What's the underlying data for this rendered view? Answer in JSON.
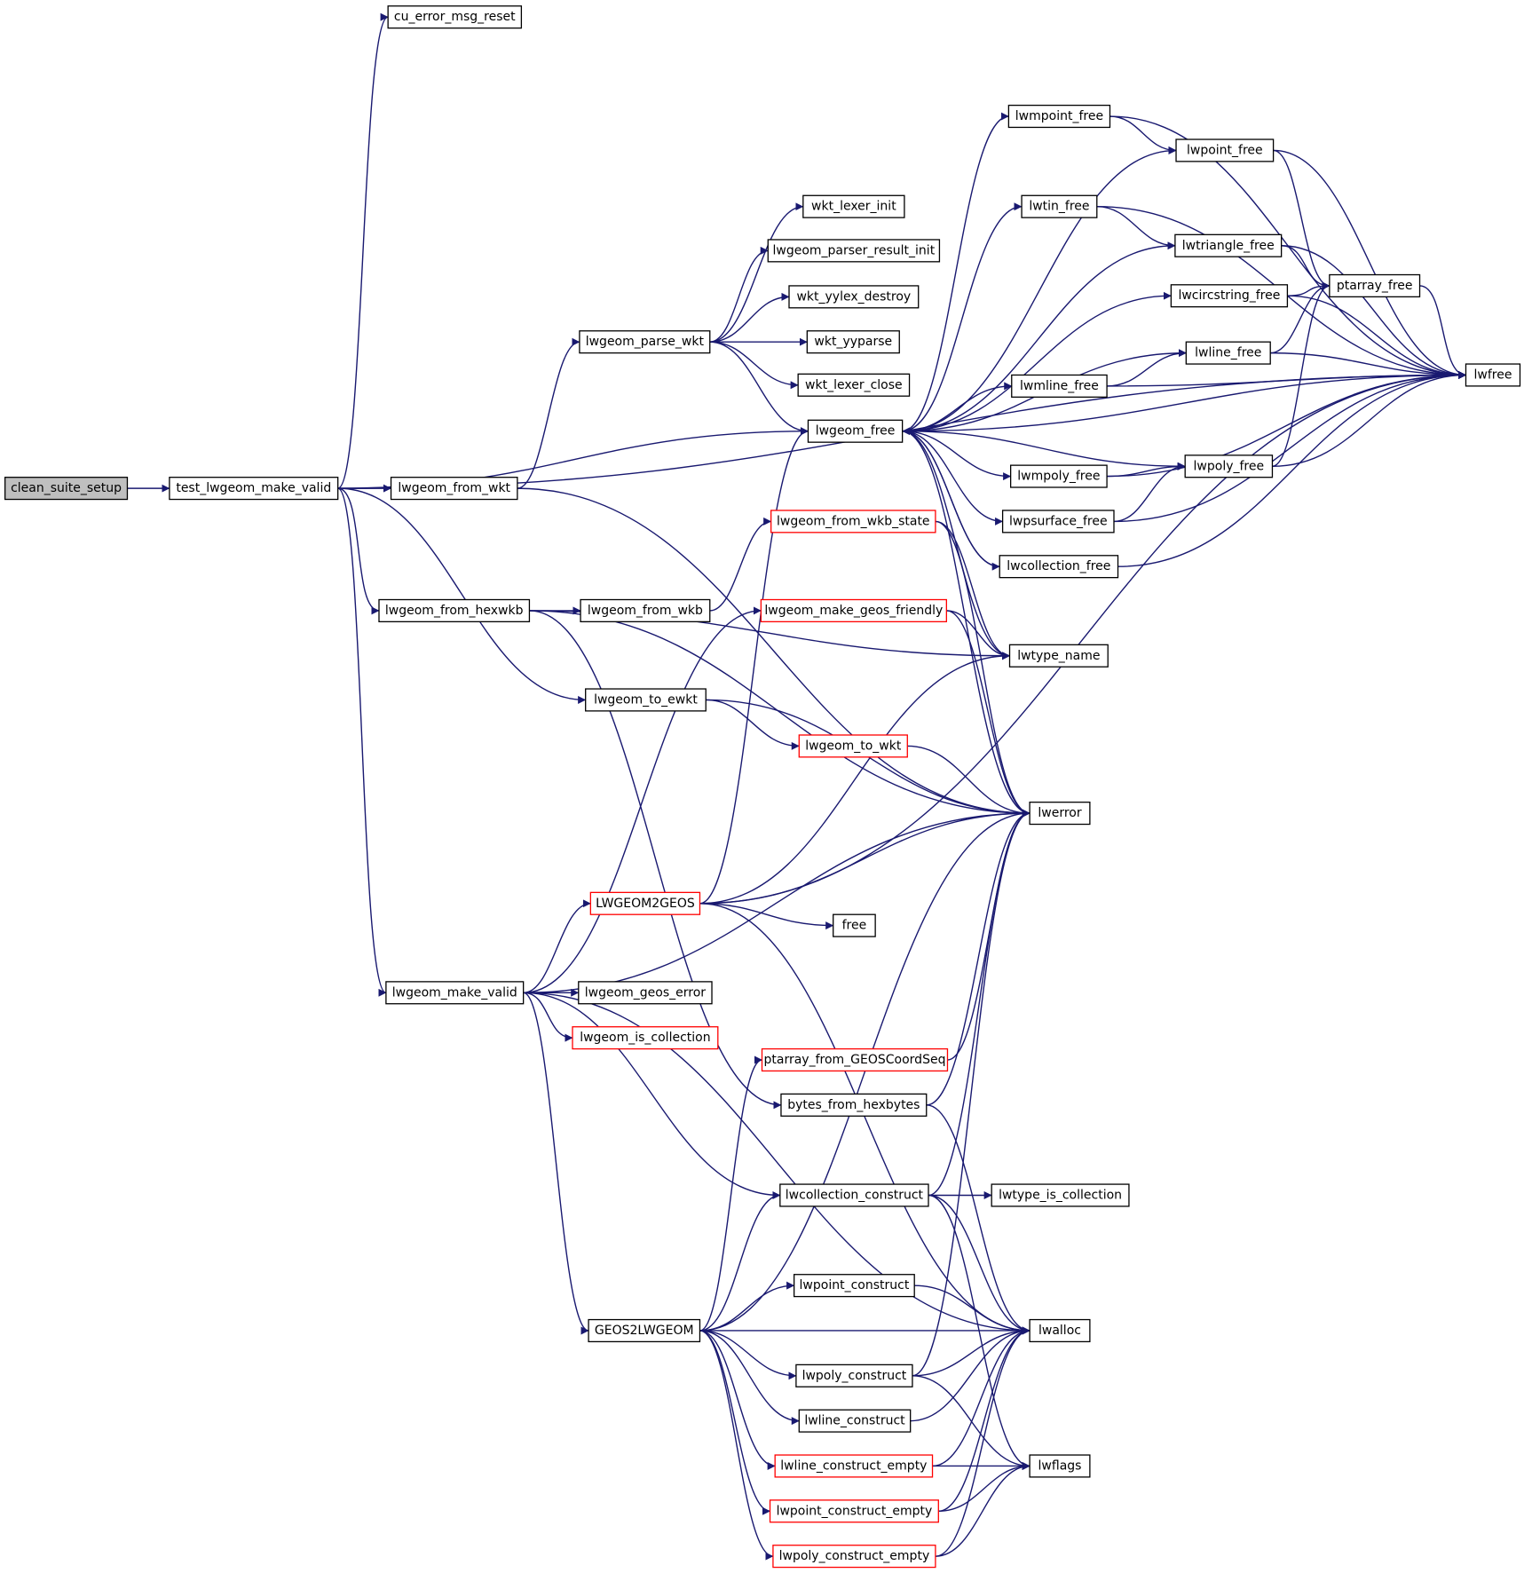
{
  "colors": {
    "edge": "#191970",
    "root_fill": "#bfbfbf",
    "node_border": "#000000",
    "truncated_border": "#ff0000",
    "background": "#ffffff"
  },
  "nodes": [
    {
      "id": "clean_suite_setup",
      "label": "clean_suite_setup",
      "style": "root"
    },
    {
      "id": "test_lwgeom_make_valid",
      "label": "test_lwgeom_make_valid",
      "style": "plain"
    },
    {
      "id": "cu_error_msg_reset",
      "label": "cu_error_msg_reset",
      "style": "plain"
    },
    {
      "id": "lwfree",
      "label": "lwfree",
      "style": "plain"
    },
    {
      "id": "lwgeom_free",
      "label": "lwgeom_free",
      "style": "plain"
    },
    {
      "id": "lwgeom_from_wkt",
      "label": "lwgeom_from_wkt",
      "style": "plain"
    },
    {
      "id": "lwgeom_from_hexwkb",
      "label": "lwgeom_from_hexwkb",
      "style": "plain"
    },
    {
      "id": "lwgeom_to_ewkt",
      "label": "lwgeom_to_ewkt",
      "style": "plain"
    },
    {
      "id": "lwgeom_make_valid",
      "label": "lwgeom_make_valid",
      "style": "plain"
    },
    {
      "id": "lwgeom_parse_wkt",
      "label": "lwgeom_parse_wkt",
      "style": "plain"
    },
    {
      "id": "wkt_lexer_init",
      "label": "wkt_lexer_init",
      "style": "plain"
    },
    {
      "id": "lwgeom_parser_result_init",
      "label": "lwgeom_parser_result_init",
      "style": "plain"
    },
    {
      "id": "wkt_yylex_destroy",
      "label": "wkt_yylex_destroy",
      "style": "plain"
    },
    {
      "id": "wkt_yyparse",
      "label": "wkt_yyparse",
      "style": "plain"
    },
    {
      "id": "wkt_lexer_close",
      "label": "wkt_lexer_close",
      "style": "plain"
    },
    {
      "id": "lwmpoint_free",
      "label": "lwmpoint_free",
      "style": "plain"
    },
    {
      "id": "lwpoint_free",
      "label": "lwpoint_free",
      "style": "plain"
    },
    {
      "id": "lwtin_free",
      "label": "lwtin_free",
      "style": "plain"
    },
    {
      "id": "lwtriangle_free",
      "label": "lwtriangle_free",
      "style": "plain"
    },
    {
      "id": "lwcircstring_free",
      "label": "lwcircstring_free",
      "style": "plain"
    },
    {
      "id": "ptarray_free",
      "label": "ptarray_free",
      "style": "plain"
    },
    {
      "id": "lwline_free",
      "label": "lwline_free",
      "style": "plain"
    },
    {
      "id": "lwmline_free",
      "label": "lwmline_free",
      "style": "plain"
    },
    {
      "id": "lwmpoly_free",
      "label": "lwmpoly_free",
      "style": "plain"
    },
    {
      "id": "lwpoly_free",
      "label": "lwpoly_free",
      "style": "plain"
    },
    {
      "id": "lwpsurface_free",
      "label": "lwpsurface_free",
      "style": "plain"
    },
    {
      "id": "lwcollection_free",
      "label": "lwcollection_free",
      "style": "plain"
    },
    {
      "id": "lwtype_name",
      "label": "lwtype_name",
      "style": "plain"
    },
    {
      "id": "lwgeom_from_wkb_state",
      "label": "lwgeom_from_wkb_state",
      "style": "trunc"
    },
    {
      "id": "lwgeom_from_wkb",
      "label": "lwgeom_from_wkb",
      "style": "plain"
    },
    {
      "id": "lwgeom_make_geos_friendly",
      "label": "lwgeom_make_geos_friendly",
      "style": "trunc"
    },
    {
      "id": "lwgeom_to_wkt",
      "label": "lwgeom_to_wkt",
      "style": "trunc"
    },
    {
      "id": "lwerror",
      "label": "lwerror",
      "style": "plain"
    },
    {
      "id": "LWGEOM2GEOS",
      "label": "LWGEOM2GEOS",
      "style": "trunc"
    },
    {
      "id": "free",
      "label": "free",
      "style": "plain"
    },
    {
      "id": "lwgeom_geos_error",
      "label": "lwgeom_geos_error",
      "style": "plain"
    },
    {
      "id": "lwgeom_is_collection",
      "label": "lwgeom_is_collection",
      "style": "trunc"
    },
    {
      "id": "ptarray_from_GEOSCoordSeq",
      "label": "ptarray_from_GEOSCoordSeq",
      "style": "trunc"
    },
    {
      "id": "bytes_from_hexbytes",
      "label": "bytes_from_hexbytes",
      "style": "plain"
    },
    {
      "id": "lwcollection_construct",
      "label": "lwcollection_construct",
      "style": "plain"
    },
    {
      "id": "lwtype_is_collection",
      "label": "lwtype_is_collection",
      "style": "plain"
    },
    {
      "id": "lwpoint_construct",
      "label": "lwpoint_construct",
      "style": "plain"
    },
    {
      "id": "GEOS2LWGEOM",
      "label": "GEOS2LWGEOM",
      "style": "plain"
    },
    {
      "id": "lwalloc",
      "label": "lwalloc",
      "style": "plain"
    },
    {
      "id": "lwpoly_construct",
      "label": "lwpoly_construct",
      "style": "plain"
    },
    {
      "id": "lwline_construct",
      "label": "lwline_construct",
      "style": "plain"
    },
    {
      "id": "lwline_construct_empty",
      "label": "lwline_construct_empty",
      "style": "trunc"
    },
    {
      "id": "lwflags",
      "label": "lwflags",
      "style": "plain"
    },
    {
      "id": "lwpoint_construct_empty",
      "label": "lwpoint_construct_empty",
      "style": "trunc"
    },
    {
      "id": "lwpoly_construct_empty",
      "label": "lwpoly_construct_empty",
      "style": "trunc"
    }
  ],
  "edges": [
    [
      "clean_suite_setup",
      "test_lwgeom_make_valid"
    ],
    [
      "test_lwgeom_make_valid",
      "cu_error_msg_reset"
    ],
    [
      "test_lwgeom_make_valid",
      "lwfree"
    ],
    [
      "test_lwgeom_make_valid",
      "lwgeom_free"
    ],
    [
      "test_lwgeom_make_valid",
      "lwgeom_from_wkt"
    ],
    [
      "test_lwgeom_make_valid",
      "lwgeom_from_hexwkb"
    ],
    [
      "test_lwgeom_make_valid",
      "lwgeom_to_ewkt"
    ],
    [
      "test_lwgeom_make_valid",
      "lwgeom_make_valid"
    ],
    [
      "lwgeom_from_wkt",
      "lwgeom_parse_wkt"
    ],
    [
      "lwgeom_from_wkt",
      "lwerror"
    ],
    [
      "lwgeom_parse_wkt",
      "wkt_lexer_init"
    ],
    [
      "lwgeom_parse_wkt",
      "lwgeom_parser_result_init"
    ],
    [
      "lwgeom_parse_wkt",
      "wkt_yylex_destroy"
    ],
    [
      "lwgeom_parse_wkt",
      "wkt_yyparse"
    ],
    [
      "lwgeom_parse_wkt",
      "wkt_lexer_close"
    ],
    [
      "lwgeom_parse_wkt",
      "lwgeom_free"
    ],
    [
      "lwgeom_free",
      "lwmpoint_free"
    ],
    [
      "lwgeom_free",
      "lwpoint_free"
    ],
    [
      "lwgeom_free",
      "lwtin_free"
    ],
    [
      "lwgeom_free",
      "lwtriangle_free"
    ],
    [
      "lwgeom_free",
      "lwcircstring_free"
    ],
    [
      "lwgeom_free",
      "lwline_free"
    ],
    [
      "lwgeom_free",
      "lwmline_free"
    ],
    [
      "lwgeom_free",
      "lwpoly_free"
    ],
    [
      "lwgeom_free",
      "lwmpoly_free"
    ],
    [
      "lwgeom_free",
      "lwpsurface_free"
    ],
    [
      "lwgeom_free",
      "lwcollection_free"
    ],
    [
      "lwgeom_free",
      "lwtype_name"
    ],
    [
      "lwgeom_free",
      "lwerror"
    ],
    [
      "lwgeom_free",
      "lwfree"
    ],
    [
      "lwmpoint_free",
      "lwpoint_free"
    ],
    [
      "lwmpoint_free",
      "lwfree"
    ],
    [
      "lwpoint_free",
      "ptarray_free"
    ],
    [
      "lwpoint_free",
      "lwfree"
    ],
    [
      "lwtin_free",
      "lwtriangle_free"
    ],
    [
      "lwtin_free",
      "lwfree"
    ],
    [
      "lwtriangle_free",
      "ptarray_free"
    ],
    [
      "lwtriangle_free",
      "lwfree"
    ],
    [
      "lwcircstring_free",
      "ptarray_free"
    ],
    [
      "lwcircstring_free",
      "lwfree"
    ],
    [
      "ptarray_free",
      "lwfree"
    ],
    [
      "lwline_free",
      "ptarray_free"
    ],
    [
      "lwline_free",
      "lwfree"
    ],
    [
      "lwmline_free",
      "lwline_free"
    ],
    [
      "lwmline_free",
      "lwfree"
    ],
    [
      "lwmpoly_free",
      "lwpoly_free"
    ],
    [
      "lwmpoly_free",
      "lwfree"
    ],
    [
      "lwpoly_free",
      "ptarray_free"
    ],
    [
      "lwpoly_free",
      "lwfree"
    ],
    [
      "lwpsurface_free",
      "lwpoly_free"
    ],
    [
      "lwpsurface_free",
      "lwfree"
    ],
    [
      "lwcollection_free",
      "lwgeom_free"
    ],
    [
      "lwcollection_free",
      "lwfree"
    ],
    [
      "lwgeom_from_hexwkb",
      "lwgeom_from_wkb"
    ],
    [
      "lwgeom_from_hexwkb",
      "lwtype_name"
    ],
    [
      "lwgeom_from_hexwkb",
      "lwerror"
    ],
    [
      "lwgeom_from_hexwkb",
      "bytes_from_hexbytes"
    ],
    [
      "lwgeom_from_wkb",
      "lwgeom_from_wkb_state"
    ],
    [
      "lwgeom_from_wkb_state",
      "lwtype_name"
    ],
    [
      "lwgeom_from_wkb_state",
      "lwerror"
    ],
    [
      "lwgeom_to_ewkt",
      "lwgeom_to_wkt"
    ],
    [
      "lwgeom_to_ewkt",
      "lwerror"
    ],
    [
      "lwgeom_to_wkt",
      "lwerror"
    ],
    [
      "lwgeom_make_geos_friendly",
      "lwtype_name"
    ],
    [
      "lwgeom_make_geos_friendly",
      "lwerror"
    ],
    [
      "lwgeom_make_valid",
      "lwgeom_make_geos_friendly"
    ],
    [
      "lwgeom_make_valid",
      "lwerror"
    ],
    [
      "lwgeom_make_valid",
      "LWGEOM2GEOS"
    ],
    [
      "lwgeom_make_valid",
      "lwgeom_geos_error"
    ],
    [
      "lwgeom_make_valid",
      "lwgeom_is_collection"
    ],
    [
      "lwgeom_make_valid",
      "lwcollection_construct"
    ],
    [
      "lwgeom_make_valid",
      "lwalloc"
    ],
    [
      "lwgeom_make_valid",
      "GEOS2LWGEOM"
    ],
    [
      "LWGEOM2GEOS",
      "lwgeom_free"
    ],
    [
      "LWGEOM2GEOS",
      "lwtype_name"
    ],
    [
      "LWGEOM2GEOS",
      "lwerror"
    ],
    [
      "LWGEOM2GEOS",
      "free"
    ],
    [
      "LWGEOM2GEOS",
      "lwfree"
    ],
    [
      "LWGEOM2GEOS",
      "lwalloc"
    ],
    [
      "ptarray_from_GEOSCoordSeq",
      "lwerror"
    ],
    [
      "bytes_from_hexbytes",
      "lwerror"
    ],
    [
      "bytes_from_hexbytes",
      "lwalloc"
    ],
    [
      "lwcollection_construct",
      "lwtype_is_collection"
    ],
    [
      "lwcollection_construct",
      "lwerror"
    ],
    [
      "lwcollection_construct",
      "lwalloc"
    ],
    [
      "lwcollection_construct",
      "lwflags"
    ],
    [
      "GEOS2LWGEOM",
      "ptarray_from_GEOSCoordSeq"
    ],
    [
      "GEOS2LWGEOM",
      "lwcollection_construct"
    ],
    [
      "GEOS2LWGEOM",
      "lwpoint_construct"
    ],
    [
      "GEOS2LWGEOM",
      "lwalloc"
    ],
    [
      "GEOS2LWGEOM",
      "lwpoly_construct"
    ],
    [
      "GEOS2LWGEOM",
      "lwline_construct"
    ],
    [
      "GEOS2LWGEOM",
      "lwline_construct_empty"
    ],
    [
      "GEOS2LWGEOM",
      "lwpoint_construct_empty"
    ],
    [
      "GEOS2LWGEOM",
      "lwpoly_construct_empty"
    ],
    [
      "GEOS2LWGEOM",
      "lwerror"
    ],
    [
      "lwpoint_construct",
      "lwalloc"
    ],
    [
      "lwpoly_construct",
      "lwalloc"
    ],
    [
      "lwpoly_construct",
      "lwflags"
    ],
    [
      "lwpoly_construct",
      "lwerror"
    ],
    [
      "lwline_construct",
      "lwalloc"
    ],
    [
      "lwline_construct_empty",
      "lwalloc"
    ],
    [
      "lwline_construct_empty",
      "lwflags"
    ],
    [
      "lwpoint_construct_empty",
      "lwalloc"
    ],
    [
      "lwpoint_construct_empty",
      "lwflags"
    ],
    [
      "lwpoly_construct_empty",
      "lwalloc"
    ],
    [
      "lwpoly_construct_empty",
      "lwflags"
    ]
  ]
}
